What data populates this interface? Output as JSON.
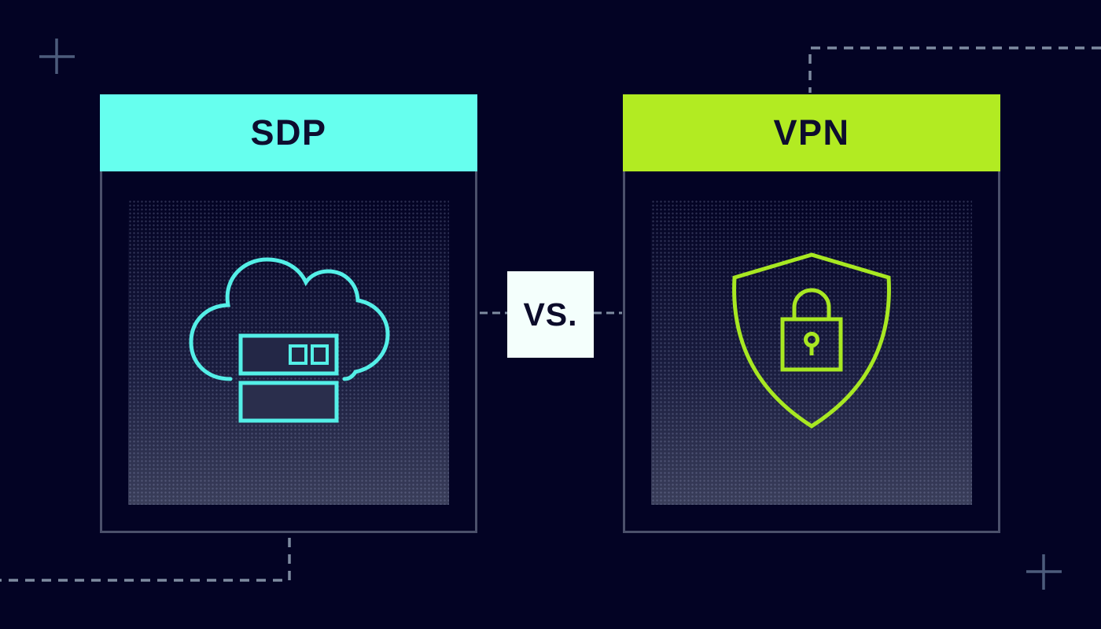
{
  "comparison": {
    "vs_label": "VS.",
    "cards": [
      {
        "id": "sdp",
        "title": "SDP",
        "header_color": "#66ffee",
        "icon": "cloud-server-icon",
        "icon_color": "#54efe7"
      },
      {
        "id": "vpn",
        "title": "VPN",
        "header_color": "#b2eb22",
        "icon": "shield-lock-icon",
        "icon_color": "#a8e822"
      }
    ],
    "colors": {
      "background": "#030324",
      "card_border": "#4b506b",
      "panel_gradient_bottom": "#3a3e5a",
      "dashed_line": "#7e8ba0",
      "plus_marker": "#4d5c7c",
      "vs_background": "#f4fffc",
      "dark_text": "#0d0d2e"
    }
  }
}
